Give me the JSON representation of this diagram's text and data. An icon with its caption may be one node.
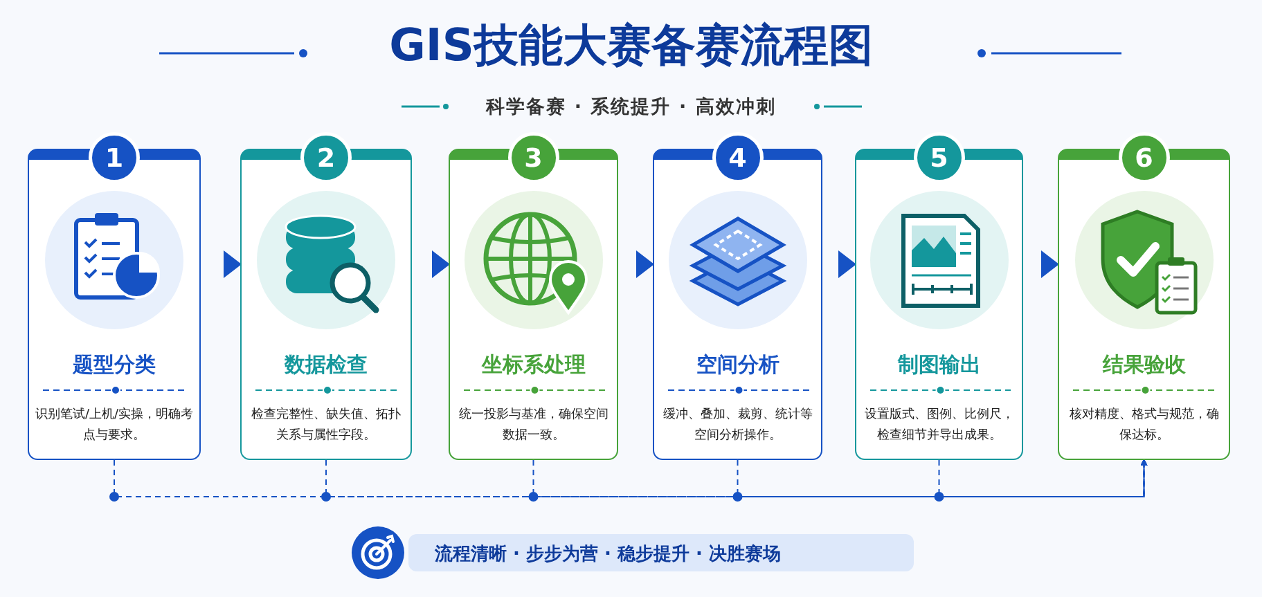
{
  "diagram": {
    "title": "GIS技能大赛备赛流程图",
    "nodes": [
      {
        "text": [
          "1",
          "题型分类",
          "识别笔试/上机/实操，明确考点与要求。"
        ]
      },
      {
        "text": [
          "2",
          "数据检查",
          "检查完整性、缺失值、拓扑关系与属性字段。"
        ]
      },
      {
        "text": [
          "3",
          "坐标系处理",
          "统一投影与基准，确保空间数据一致。"
        ]
      },
      {
        "text": [
          "4",
          "空间分析",
          "缓冲、叠加、裁剪、统计等空间分析操作。"
        ]
      },
      {
        "text": [
          "5",
          "制图输出",
          "设置版式、图例、比例尺，检查细节并导出成果。"
        ]
      },
      {
        "text": [
          "6",
          "结果验收",
          "核对精度、格式与规范，确保达标。"
        ]
      },
      {
        "text": [
          "流程清晰 · 步步为营 · 稳步提升 · 决胜赛场"
        ]
      }
    ],
    "edges": [
      {
        "from": 0,
        "to": 1,
        "arrow": "to"
      },
      {
        "from": 1,
        "to": 2,
        "arrow": "to"
      },
      {
        "from": 2,
        "to": 3,
        "arrow": "to"
      },
      {
        "from": 3,
        "to": 4,
        "arrow": "to"
      },
      {
        "from": 4,
        "to": 5,
        "arrow": "to"
      },
      {
        "from": 0,
        "to": 5,
        "arrow": "to",
        "style": "dashed"
      },
      {
        "from": 1,
        "to": 5,
        "arrow": "to",
        "style": "dashed"
      },
      {
        "from": 2,
        "to": 5,
        "arrow": "to",
        "style": "dashed"
      },
      {
        "from": 3,
        "to": 5,
        "arrow": "to",
        "style": "dashed"
      },
      {
        "from": 4,
        "to": 5,
        "arrow": "to",
        "style": "dashed"
      }
    ],
    "labels": [
      "科学备赛 · 系统提升 · 高效冲刺"
    ]
  }
}
